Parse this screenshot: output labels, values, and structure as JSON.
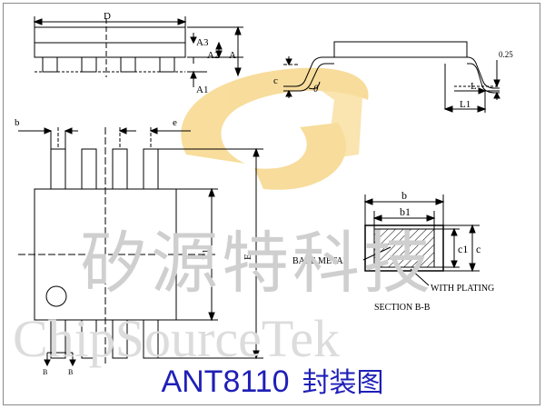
{
  "title": {
    "part": "ANT8110",
    "suffix": "封装图"
  },
  "watermark": {
    "cn": "矽源特科技",
    "en": "ChipSourceTek"
  },
  "colors": {
    "title": "#1f1fb8",
    "logo": "#f2c14a",
    "watermark": "#cfcfcf"
  },
  "labels": {
    "D": "D",
    "A": "A",
    "A1": "A1",
    "A2": "A2",
    "A3": "A3",
    "c": "c",
    "theta": "θ",
    "L": "L",
    "L1": "L1",
    "gauge": "0.25",
    "b": "b",
    "e": "e",
    "E": "E",
    "E1": "E1",
    "B1": "B",
    "B2": "B",
    "sec_b": "b",
    "sec_b1": "b1",
    "sec_c": "c",
    "sec_c1": "c1",
    "base_metal": "BASE METAL",
    "with_plating": "WITH PLATING",
    "section": "SECTION B-B"
  }
}
